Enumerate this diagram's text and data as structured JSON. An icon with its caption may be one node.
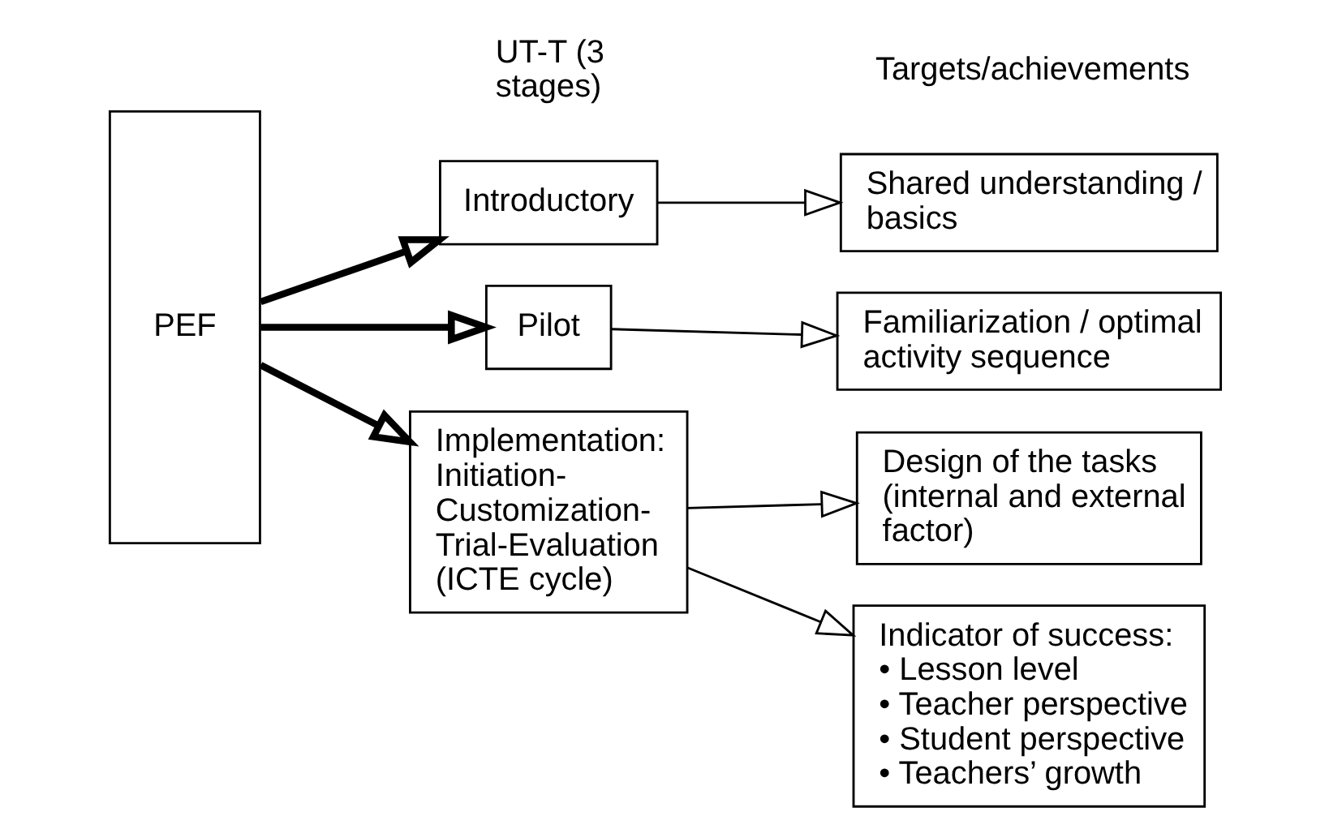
{
  "diagram": {
    "nodes": [
      {
        "text": [
          "PEF"
        ]
      },
      {
        "text": [
          "Introductory"
        ]
      },
      {
        "text": [
          "Pilot"
        ]
      },
      {
        "text": [
          "Implementation: Initiation- Customization- Trial-Evaluation (ICTE cycle)"
        ]
      },
      {
        "text": [
          "Shared understanding / basics"
        ]
      },
      {
        "text": [
          "Familiarization / optimal activity sequence"
        ]
      },
      {
        "text": [
          "Design of the tasks (internal and external factor)"
        ]
      },
      {
        "text": [
          "Indicator of success:",
          "• Lesson level",
          "• Teacher perspective",
          "• Student perspective",
          "• Teachers’ growth"
        ]
      }
    ],
    "edges": [
      {
        "from": 0,
        "to": 1,
        "arrow": "to",
        "style": "thick"
      },
      {
        "from": 0,
        "to": 2,
        "arrow": "to",
        "style": "thick"
      },
      {
        "from": 0,
        "to": 3,
        "arrow": "to",
        "style": "thick"
      },
      {
        "from": 1,
        "to": 4,
        "arrow": "to"
      },
      {
        "from": 2,
        "to": 5,
        "arrow": "to"
      },
      {
        "from": 3,
        "to": 6,
        "arrow": "to"
      },
      {
        "from": 3,
        "to": 7,
        "arrow": "to"
      }
    ],
    "labels": [
      "UT-T (3 stages)",
      "Targets/achievements"
    ]
  }
}
